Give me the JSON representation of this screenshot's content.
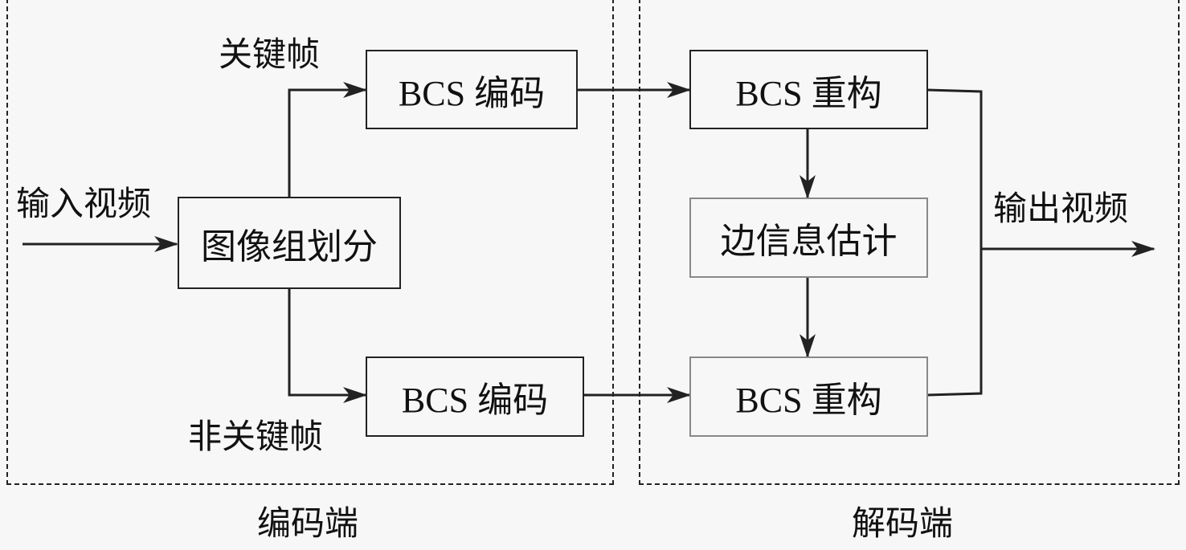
{
  "regions": {
    "encoder": "编码端",
    "decoder": "解码端"
  },
  "labels": {
    "input_video": "输入视频",
    "output_video": "输出视频",
    "key_frame": "关键帧",
    "non_key_frame": "非关键帧"
  },
  "boxes": {
    "gop_partition": "图像组划分",
    "bcs_encode_key": "BCS 编码",
    "bcs_encode_nonkey": "BCS 编码",
    "bcs_reconstruct_key": "BCS 重构",
    "side_info_estimation": "边信息估计",
    "bcs_reconstruct_nonkey": "BCS 重构"
  }
}
